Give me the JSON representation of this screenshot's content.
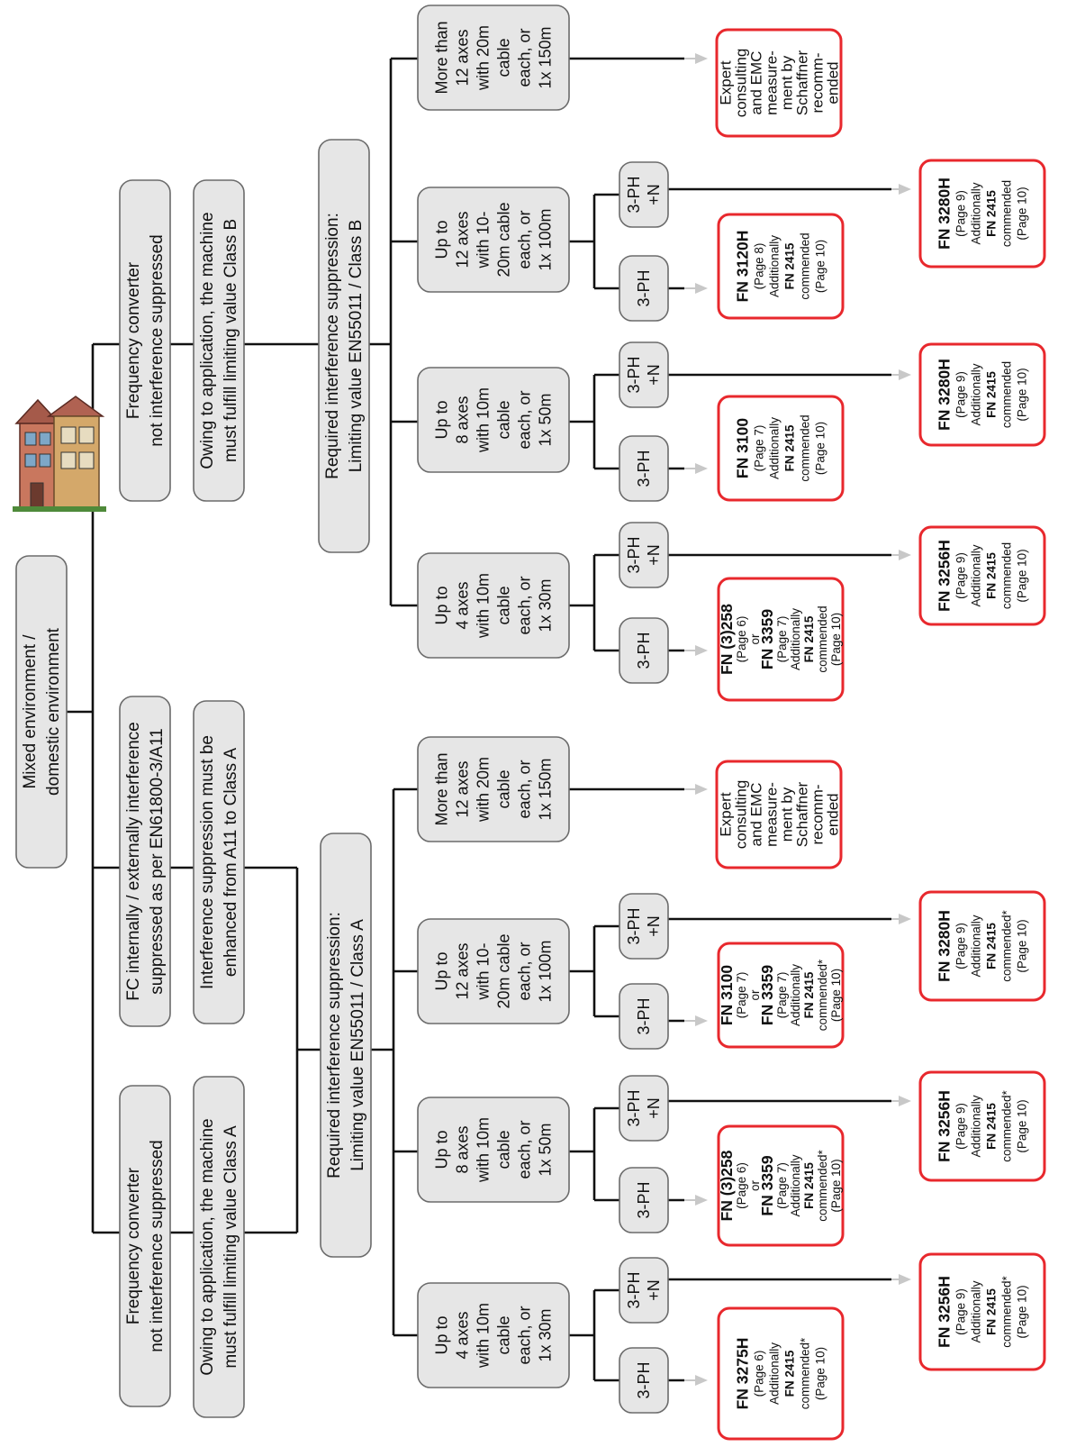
{
  "diagram": {
    "root": [
      "Mixed environment /",
      "domestic environment"
    ],
    "house_icon": "house-icon",
    "branches": {
      "fc_not_suppressed": [
        "Frequency converter",
        "not interference suppressed"
      ],
      "fc_internal": [
        "FC internally / externally interference",
        "suppressed as per EN61800-3/A11"
      ],
      "class_a_req": [
        "Owing to application, the machine",
        "must fulfill limiting value Class A"
      ],
      "class_a_enh": [
        "Interference suppression must be",
        "enhanced from A11 to Class A"
      ],
      "class_b_req": [
        "Owing to application, the machine",
        "must fulfill limiting value Class B"
      ]
    },
    "required": {
      "class_a": [
        "Required interference suppression:",
        "Limiting value EN55011 / Class A"
      ],
      "class_b": [
        "Required interference suppression:",
        "Limiting value EN55011 / Class B"
      ]
    },
    "axes": {
      "a4": [
        "Up to",
        "4 axes",
        "with 10m",
        "cable",
        "each, or",
        "1x 30m"
      ],
      "a8": [
        "Up to",
        "8 axes",
        "with 10m",
        "cable",
        "each, or",
        "1x 50m"
      ],
      "a12": [
        "Up to",
        "12 axes",
        "with 10-",
        "20m cable",
        "each, or",
        "1x 100m"
      ],
      "amore": [
        "More than",
        "12 axes",
        "with 20m",
        "cable",
        "each, or",
        "1x 150m"
      ]
    },
    "phase": {
      "p3": "3-PH",
      "p3n": [
        "3-PH",
        "+N"
      ]
    },
    "expert": [
      "Expert",
      "consulting",
      "and EMC",
      "measure-",
      "ment by",
      "Schaffner",
      "recomm-",
      "ended"
    ],
    "text": {
      "additionally": "Additionally",
      "fn2415": "FN 2415",
      "commended": "commended",
      "commended_star": "commended*",
      "page10": "(Page 10)",
      "or": "or"
    },
    "products": {
      "fn3275h": {
        "name": "FN 3275H",
        "page": "(Page 6)"
      },
      "fn3256h": {
        "name": "FN 3256H",
        "page": "(Page 9)"
      },
      "fn3258": {
        "name": "FN (3)258",
        "page": "(Page 6)"
      },
      "fn3359": {
        "name": "FN 3359",
        "page": "(Page 7)"
      },
      "fn3100": {
        "name": "FN 3100",
        "page": "(Page 7)"
      },
      "fn3280h": {
        "name": "FN 3280H",
        "page": "(Page 9)"
      },
      "fn3120h": {
        "name": "FN 3120H",
        "page": "(Page 8)"
      }
    }
  }
}
